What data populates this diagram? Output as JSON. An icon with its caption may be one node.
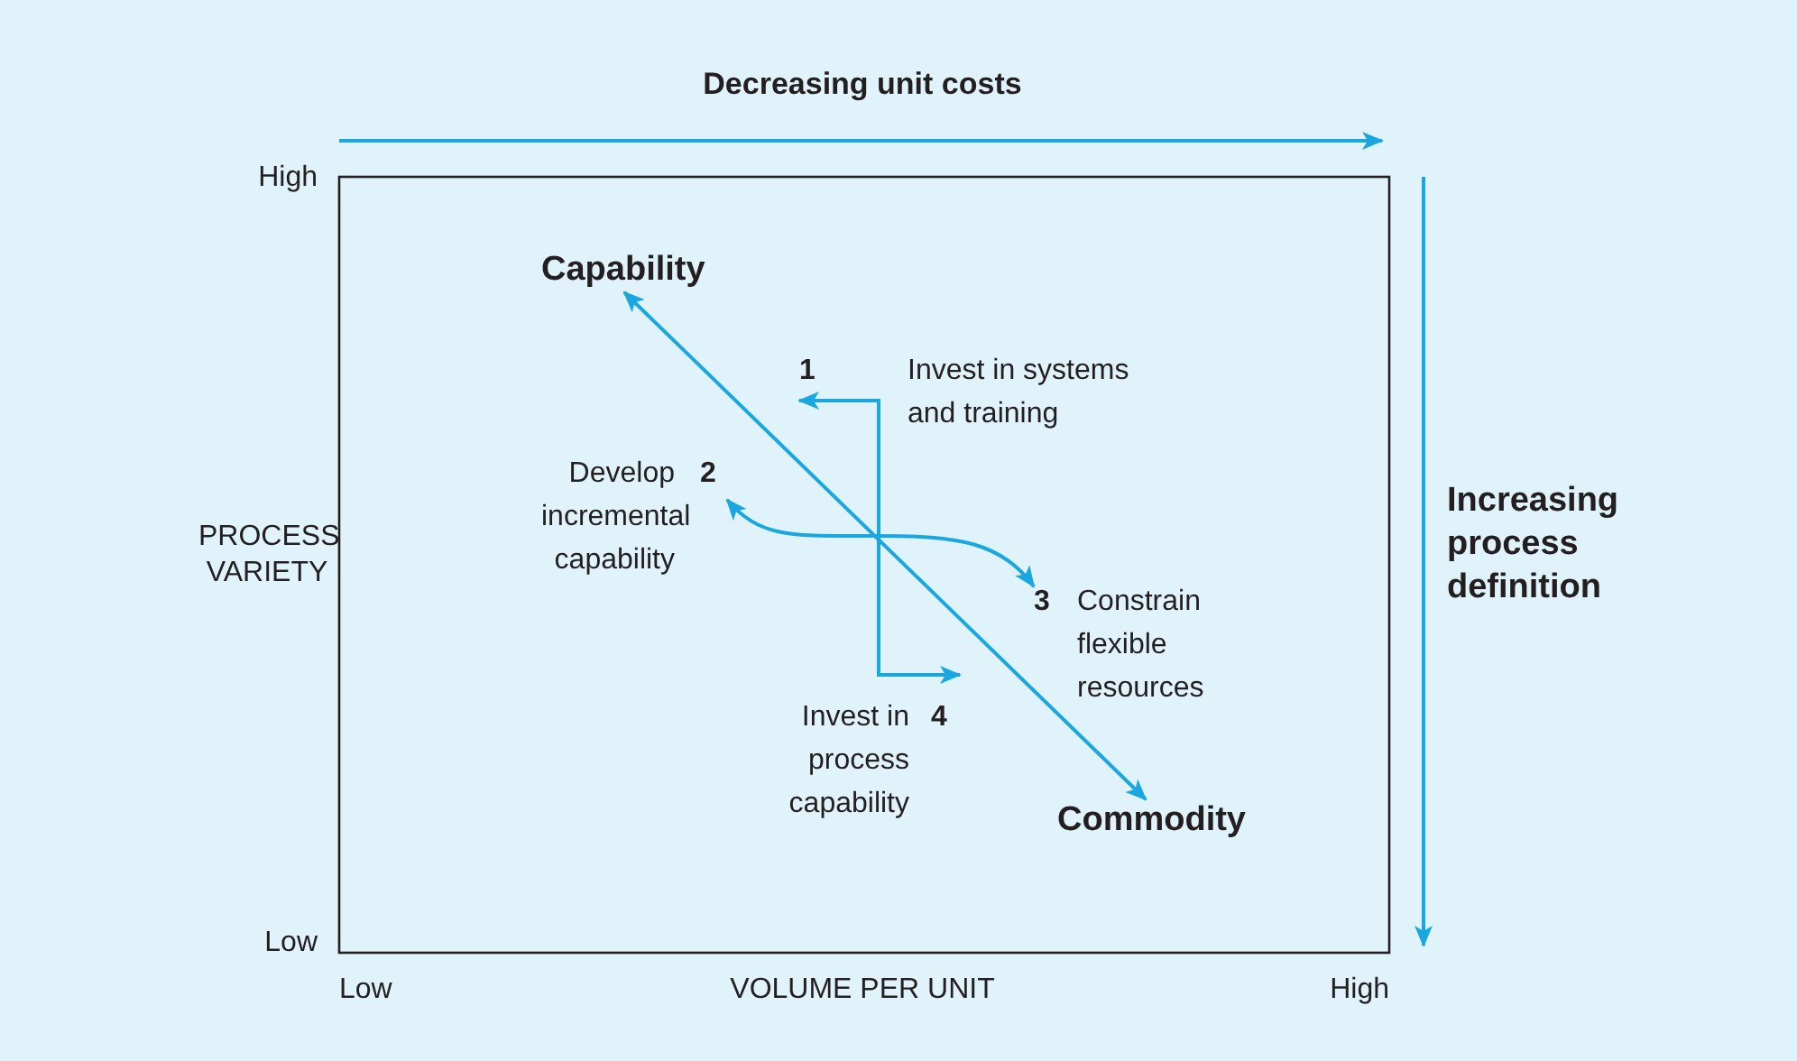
{
  "diagram": {
    "nodes": [
      {
        "text": [
          "Capability"
        ]
      },
      {
        "text": [
          "Commodity"
        ]
      },
      {
        "text": [
          "1",
          "Invest in systems and training"
        ]
      },
      {
        "text": [
          "Develop incremental capability",
          "2"
        ]
      },
      {
        "text": [
          "3",
          "Constrain flexible resources"
        ]
      },
      {
        "text": [
          "Invest in process capability",
          "4"
        ]
      }
    ],
    "edges": [
      {
        "from": 0,
        "to": 1,
        "arrow": "both"
      },
      {
        "from": null,
        "to": 2,
        "arrow": "to"
      },
      {
        "from": null,
        "to": 3,
        "arrow": "to"
      },
      {
        "from": null,
        "to": 4,
        "arrow": "to"
      },
      {
        "from": null,
        "to": 5,
        "arrow": "to"
      }
    ],
    "labels": [
      "Decreasing unit costs",
      "High",
      "Increasing process definition",
      "PROCESS VARIETY",
      "Low",
      "Low",
      "VOLUME PER UNIT",
      "High"
    ]
  }
}
